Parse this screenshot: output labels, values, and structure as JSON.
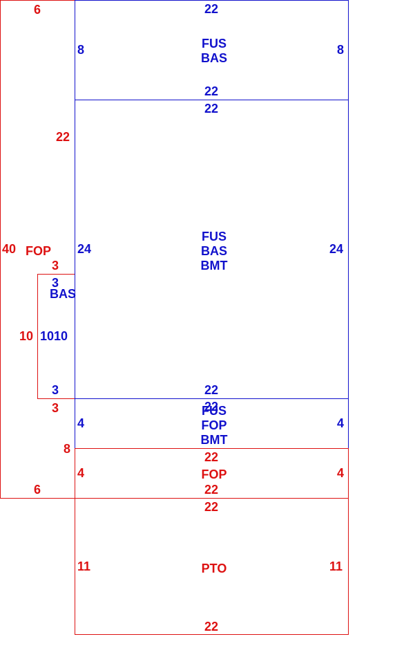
{
  "colors": {
    "red": "#dd1111",
    "blue": "#1111cc",
    "background": "#ffffff"
  },
  "fop_left": {
    "top": "6",
    "side": "40",
    "name": "FOP",
    "upper": "22",
    "bottom_marker": "8",
    "bottom": "6"
  },
  "bas_left": {
    "top_outer": "3",
    "top_inner": "3",
    "name": "BAS",
    "side_outer": "10",
    "side_inner": "1010",
    "bottom_inner": "3",
    "bottom_outer": "3"
  },
  "fus_top": {
    "top": "22",
    "name1": "FUS",
    "name2": "BAS",
    "left": "8",
    "right": "8",
    "bottom": "22"
  },
  "fus_middle": {
    "top": "22",
    "name1": "FUS",
    "name2": "BAS",
    "name3": "BMT",
    "left": "24",
    "right": "24",
    "bottom": "22"
  },
  "fus_lower": {
    "top": "22",
    "name1": "FUS",
    "name2": "FOP",
    "name3": "BMT",
    "left": "4",
    "right": "4"
  },
  "fop_lower": {
    "top": "22",
    "name": "FOP",
    "left": "4",
    "right": "4",
    "bottom": "22"
  },
  "pto": {
    "top": "22",
    "name": "PTO",
    "left": "11",
    "right": "11",
    "bottom": "22"
  }
}
